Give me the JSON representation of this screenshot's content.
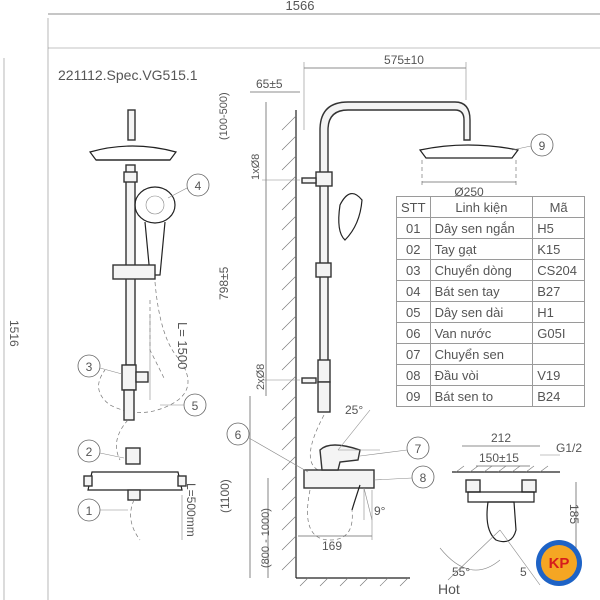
{
  "drawing": {
    "spec_code": "221112.Spec.VG515.1",
    "dim_total_width": "1566",
    "dim_total_height": "1516",
    "dim_575": "575±10",
    "dim_65": "65±5",
    "dim_100_500": "(100-500)",
    "dim_1x08": "1xØ8",
    "dim_798": "798±5",
    "dim_2x08": "2xØ8",
    "dim_1100": "(1100)",
    "dim_800_1000": "(800 - 1000)",
    "dim_169": "169",
    "dim_0250": "Ø250",
    "dim_25deg": "25°",
    "dim_9deg": "9°",
    "dim_L1500": "L= 1500",
    "dim_L500": "L=500mm",
    "dim_212": "212",
    "dim_150": "150±15",
    "dim_g12": "G1/2",
    "dim_185": "185",
    "dim_55": "55°",
    "dim_5": "5",
    "label_hot": "Hot",
    "callouts": [
      "1",
      "2",
      "3",
      "4",
      "5",
      "6",
      "7",
      "8",
      "9"
    ]
  },
  "table": {
    "headers": [
      "STT",
      "Linh kiện",
      "Mã"
    ],
    "rows": [
      [
        "01",
        "Dây sen ngắn",
        "H5"
      ],
      [
        "02",
        "Tay gạt",
        "K15"
      ],
      [
        "03",
        "Chuyển dòng",
        "CS204"
      ],
      [
        "04",
        "Bát sen tay",
        "B27"
      ],
      [
        "05",
        "Dây sen dài",
        "H1"
      ],
      [
        "06",
        "Van nước",
        "G05I"
      ],
      [
        "07",
        "Chuyển sen",
        ""
      ],
      [
        "08",
        "Đầu vòi",
        "V19"
      ],
      [
        "09",
        "Bát sen to",
        "B24"
      ]
    ]
  },
  "logo": {
    "text": "KP"
  }
}
